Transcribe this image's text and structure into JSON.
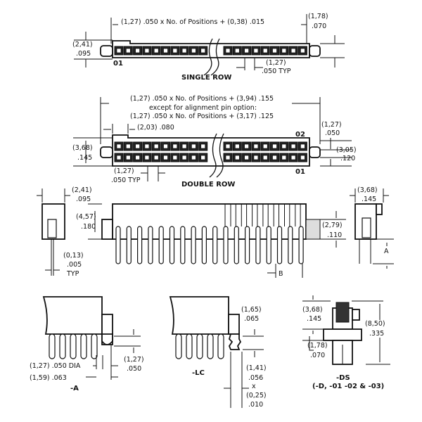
{
  "single_row": {
    "length_dim": "(1,27) .050 x No. of Positions + (0,38) .015",
    "tab_mm": "(1,78)",
    "tab_in": ".070",
    "height_mm": "(2,41)",
    "height_in": ".095",
    "pin1_label": "01",
    "pitch_mm": "(1,27)",
    "pitch_in": ".050 TYP",
    "title": "SINGLE ROW"
  },
  "double_row": {
    "length_line1": "(1,27) .050 x No. of Positions + (3,94) .155",
    "length_line2": "except for alignment pin option:",
    "length_line3": "(1,27) .050 x No. of Positions + (3,17) .125",
    "offset_dim": "(2,03) .080",
    "pin2_label": "02",
    "pin1_label": "01",
    "height_mm": "(3,68)",
    "height_in": ".145",
    "row_mm": "(1,27)",
    "row_in": ".050",
    "tab_mm": "(3,05)",
    "tab_in": ".120",
    "pitch_mm": "(1,27)",
    "pitch_in": ".050 TYP",
    "title": "DOUBLE ROW"
  },
  "side_views": {
    "end_width_mm": "(2,41)",
    "end_width_in": ".095",
    "pin_mm": "(0,13)",
    "pin_in": ".005",
    "pin_typ": "TYP",
    "body_height_mm": "(4,57)",
    "body_height_in": ".180",
    "hatch_mm": "(2,79)",
    "hatch_in": ".110",
    "b_label": "B",
    "end2_width_mm": "(3,68)",
    "end2_width_in": ".145",
    "a_label": "A"
  },
  "option_a": {
    "dia": "(1,27) .050 DIA",
    "dia2": "(1,59) .063",
    "peg_mm": "(1,27)",
    "peg_in": ".050",
    "title": "-A"
  },
  "option_lc": {
    "h_mm": "(1,65)",
    "h_in": ".065",
    "w_mm": "(1,41)",
    "w_in": ".056",
    "x": "x",
    "t_mm": "(0,25)",
    "t_in": ".010",
    "title": "-LC"
  },
  "option_ds": {
    "top_mm": "(3,68)",
    "top_in": ".145",
    "mid_mm": "(1,78)",
    "mid_in": ".070",
    "total_mm": "(8,50)",
    "total_in": ".335",
    "title": "-DS",
    "subtitle": "(-D, -01 -02 & -03)"
  }
}
